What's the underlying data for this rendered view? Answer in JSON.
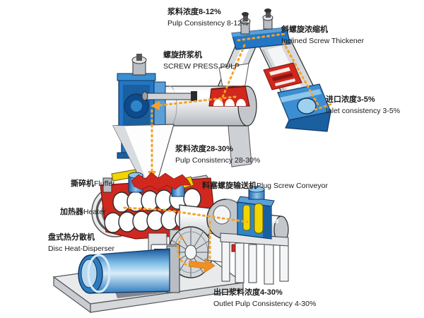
{
  "diagram": {
    "type": "process-flow-illustration",
    "labels": {
      "pulp_8_12": {
        "zh": "浆料浓度8-12%",
        "en": "Pulp Consistency 8-12%"
      },
      "thickener": {
        "zh": "斜螺旋浓缩机",
        "en": "Inclined Screw Thickener"
      },
      "screw_press": {
        "zh": "螺旋挤浆机",
        "en": "SCREW PRESS PULP"
      },
      "inlet": {
        "zh": "进口浓度3-5%",
        "en": "Inlet consistency 3-5%"
      },
      "pulp_28_30": {
        "zh": "浆料浓度28-30%",
        "en": "Pulp Consistency 28-30%"
      },
      "plug_screw": {
        "zh": "料塞螺旋输送机",
        "en": "Plug Screw Conveyor"
      },
      "fluffer": {
        "zh": "撕碎机",
        "en": "Fluffer"
      },
      "heater": {
        "zh": "加热器",
        "en": "Heater"
      },
      "disperser": {
        "zh": "盘式热分散机",
        "en": "Disc Heat-Disperser"
      },
      "outlet": {
        "zh": "出口浆料浓度4-30%",
        "en": "Outlet Pulp Consistency 4-30%"
      }
    },
    "colors": {
      "machine_blue": "#2277c4",
      "machine_blue_dark": "#1a5fa0",
      "machine_blue_light": "#9fd0ee",
      "machine_gray": "#c9ccd1",
      "machine_red": "#d0281e",
      "accent_yellow": "#f2d500",
      "flow_orange": "#f5a229",
      "text": "#1b1b1b",
      "background": "#ffffff"
    }
  }
}
